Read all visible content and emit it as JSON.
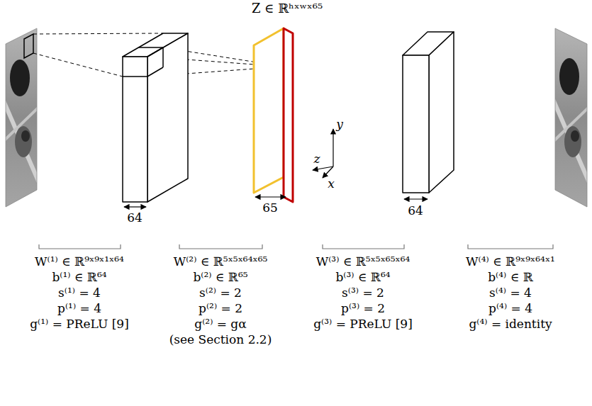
{
  "diagram": {
    "labels": [
      "Z ∈ ℝʰˣʷˣ⁶⁵",
      "64",
      "65",
      "64",
      "y",
      "z",
      "x",
      "W⁽¹⁾ ∈ ℝ⁹ˣ⁹ˣ¹ˣ⁶⁴",
      "b⁽¹⁾ ∈ ℝ⁶⁴",
      "s⁽¹⁾ = 4",
      "p⁽¹⁾ = 4",
      "g⁽¹⁾ = PReLU [9]",
      "W⁽²⁾ ∈ ℝ⁵ˣ⁵ˣ⁶⁴ˣ⁶⁵",
      "b⁽²⁾ ∈ ℝ⁶⁵",
      "s⁽²⁾ = 2",
      "p⁽²⁾ = 2",
      "g⁽²⁾ = gα",
      "(see Section 2.2)",
      "W⁽³⁾ ∈ ℝ⁵ˣ⁵ˣ⁶⁵ˣ⁶⁴",
      "b⁽³⁾ ∈ ℝ⁶⁴",
      "s⁽³⁾ = 2",
      "p⁽³⁾ = 2",
      "g⁽³⁾ = PReLU [9]",
      "W⁽⁴⁾ ∈ ℝ⁹ˣ⁹ˣ⁶⁴ˣ¹",
      "b⁽⁴⁾ ∈ ℝ",
      "s⁽⁴⁾ = 4",
      "p⁽⁴⁾ = 4",
      "g⁽⁴⁾ = identity"
    ]
  }
}
